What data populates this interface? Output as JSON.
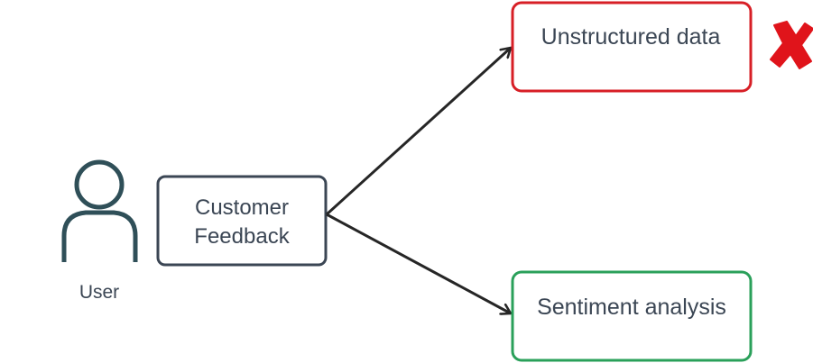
{
  "colors": {
    "box_stroke_neutral": "#3b4654",
    "box_stroke_negative": "#d71f26",
    "box_stroke_positive": "#2aa05a",
    "text": "#3b4654",
    "user_icon": "#2f4f58",
    "arrow": "#262626",
    "cross_mark": "#e0141b"
  },
  "user": {
    "label": "User",
    "icon": "user-icon"
  },
  "nodes": {
    "source": {
      "line1": "Customer",
      "line2": "Feedback"
    },
    "negative_outcome": {
      "label": "Unstructured data",
      "marker_icon": "cross-mark-icon"
    },
    "positive_outcome": {
      "label": "Sentiment analysis"
    }
  }
}
